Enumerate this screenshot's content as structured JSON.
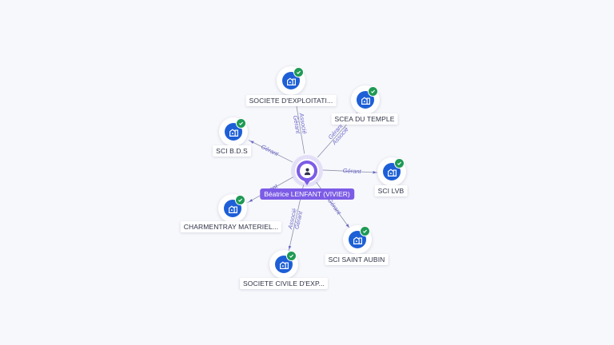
{
  "center": {
    "name": "Béatrice LENFANT (VIVIER)",
    "icon": "person-icon",
    "color": "#7c5ce6"
  },
  "node_colors": {
    "company": "#1d5fd6",
    "verified_badge": "#1e9a55",
    "edge_label": "#6d67c9"
  },
  "nodes": [
    {
      "id": "n0",
      "label": "SOCIETE D'EXPLOITATI...",
      "icon": "company-building-icon",
      "verified": true,
      "edge_labels": [
        "Gérant",
        "Associé"
      ]
    },
    {
      "id": "n1",
      "label": "SCEA DU TEMPLE",
      "icon": "company-building-icon",
      "verified": true,
      "edge_labels": [
        "Gérant",
        "Associé"
      ]
    },
    {
      "id": "n2",
      "label": "SCI B.D.S",
      "icon": "company-building-icon",
      "verified": true,
      "edge_labels": [
        "Gérant"
      ]
    },
    {
      "id": "n3",
      "label": "SCI LVB",
      "icon": "company-building-icon",
      "verified": true,
      "edge_labels": [
        "Gérant"
      ]
    },
    {
      "id": "n4",
      "label": "CHARMENTRAY MATERIEL...",
      "icon": "company-building-icon",
      "verified": true,
      "edge_labels": [
        "Gérant"
      ]
    },
    {
      "id": "n5",
      "label": "SCI SAINT AUBIN",
      "icon": "company-building-icon",
      "verified": true,
      "edge_labels": [
        "Gérant"
      ]
    },
    {
      "id": "n6",
      "label": "SOCIETE CIVILE D'EXP...",
      "icon": "company-building-icon",
      "verified": true,
      "edge_labels": [
        "Gérant",
        "Associé"
      ]
    }
  ]
}
